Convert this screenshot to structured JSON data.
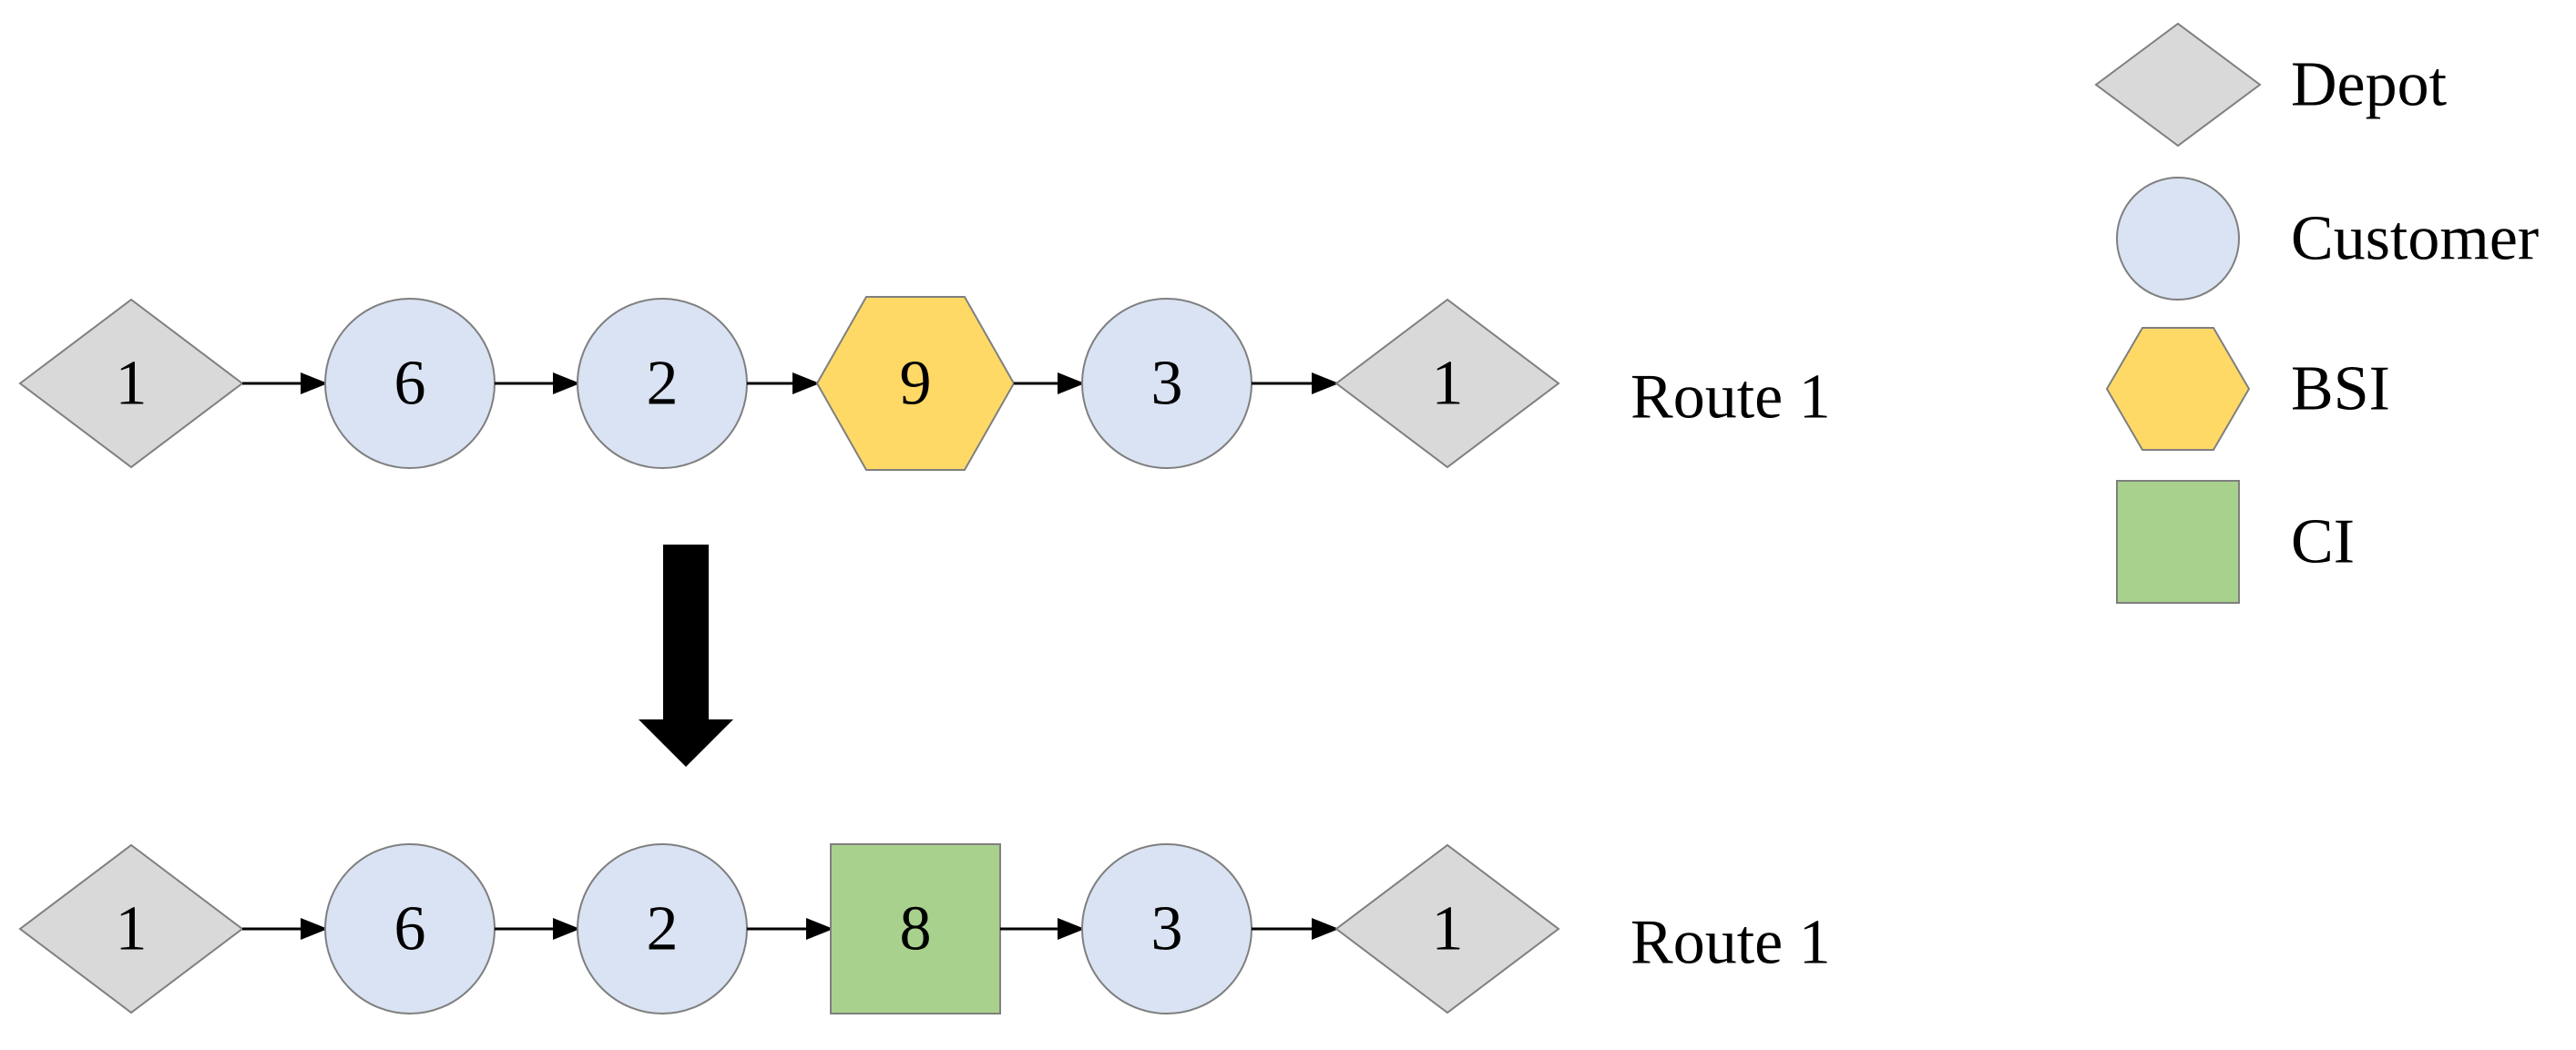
{
  "colors": {
    "depot": "#d9d9d9",
    "customer": "#dae3f3",
    "bsi": "#ffd966",
    "ci": "#a9d18e",
    "stroke": "#7f7f7f",
    "arrow": "#000000"
  },
  "legend": [
    {
      "type": "depot",
      "label": "Depot"
    },
    {
      "type": "customer",
      "label": "Customer"
    },
    {
      "type": "bsi",
      "label": "BSI"
    },
    {
      "type": "ci",
      "label": "CI"
    }
  ],
  "routes": [
    {
      "label": "Route 1",
      "nodes": [
        {
          "type": "depot",
          "id": "1"
        },
        {
          "type": "customer",
          "id": "6"
        },
        {
          "type": "customer",
          "id": "2"
        },
        {
          "type": "bsi",
          "id": "9"
        },
        {
          "type": "customer",
          "id": "3"
        },
        {
          "type": "depot",
          "id": "1"
        }
      ]
    },
    {
      "label": "Route 1",
      "nodes": [
        {
          "type": "depot",
          "id": "1"
        },
        {
          "type": "customer",
          "id": "6"
        },
        {
          "type": "customer",
          "id": "2"
        },
        {
          "type": "ci",
          "id": "8"
        },
        {
          "type": "customer",
          "id": "3"
        },
        {
          "type": "depot",
          "id": "1"
        }
      ]
    }
  ]
}
